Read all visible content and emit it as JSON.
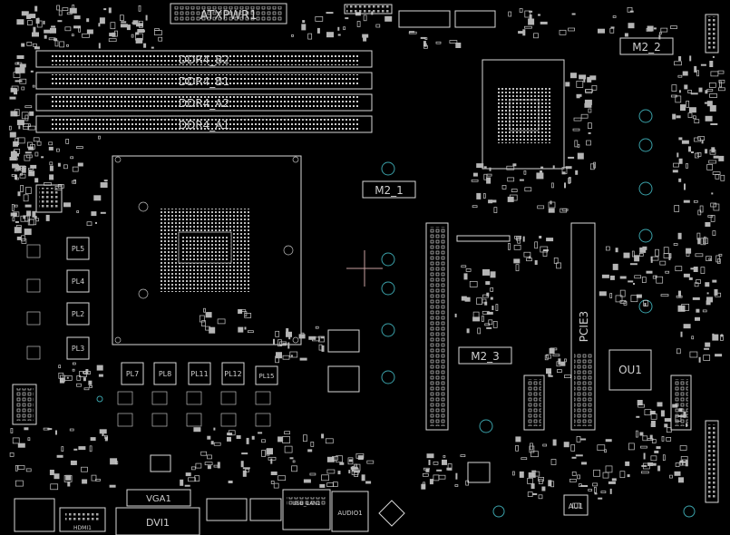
{
  "board": {
    "background": "#000000",
    "line_color": "#d8d8d8",
    "hole_color": "#3aa0a8",
    "cursor_color": "#c8a0a0"
  },
  "labels": {
    "atxpwr": "ATXPWR1",
    "ddr4_b2": "DDR4_B2",
    "ddr4_b1": "DDR4_B1",
    "ddr4_a2": "DDR4_A2",
    "ddr4_a1": "DDR4_A1",
    "m2_1": "M2_1",
    "m2_2": "M2_2",
    "m2_3": "M2_3",
    "pcie3": "PCIE3",
    "ou1": "OU1",
    "au1": "AU1",
    "pl5": "PL5",
    "pl4": "PL4",
    "pl2": "PL2",
    "pl3": "PL3",
    "pl7": "PL7",
    "pl8": "PL8",
    "pl11": "PL11",
    "pl12": "PL12",
    "pl15": "PL15",
    "vga1": "VGA1",
    "dvi1": "DVI1",
    "hdmi1": "HDMI1",
    "usb_lan": "USB_LAN1",
    "audio1": "AUDIO1"
  }
}
